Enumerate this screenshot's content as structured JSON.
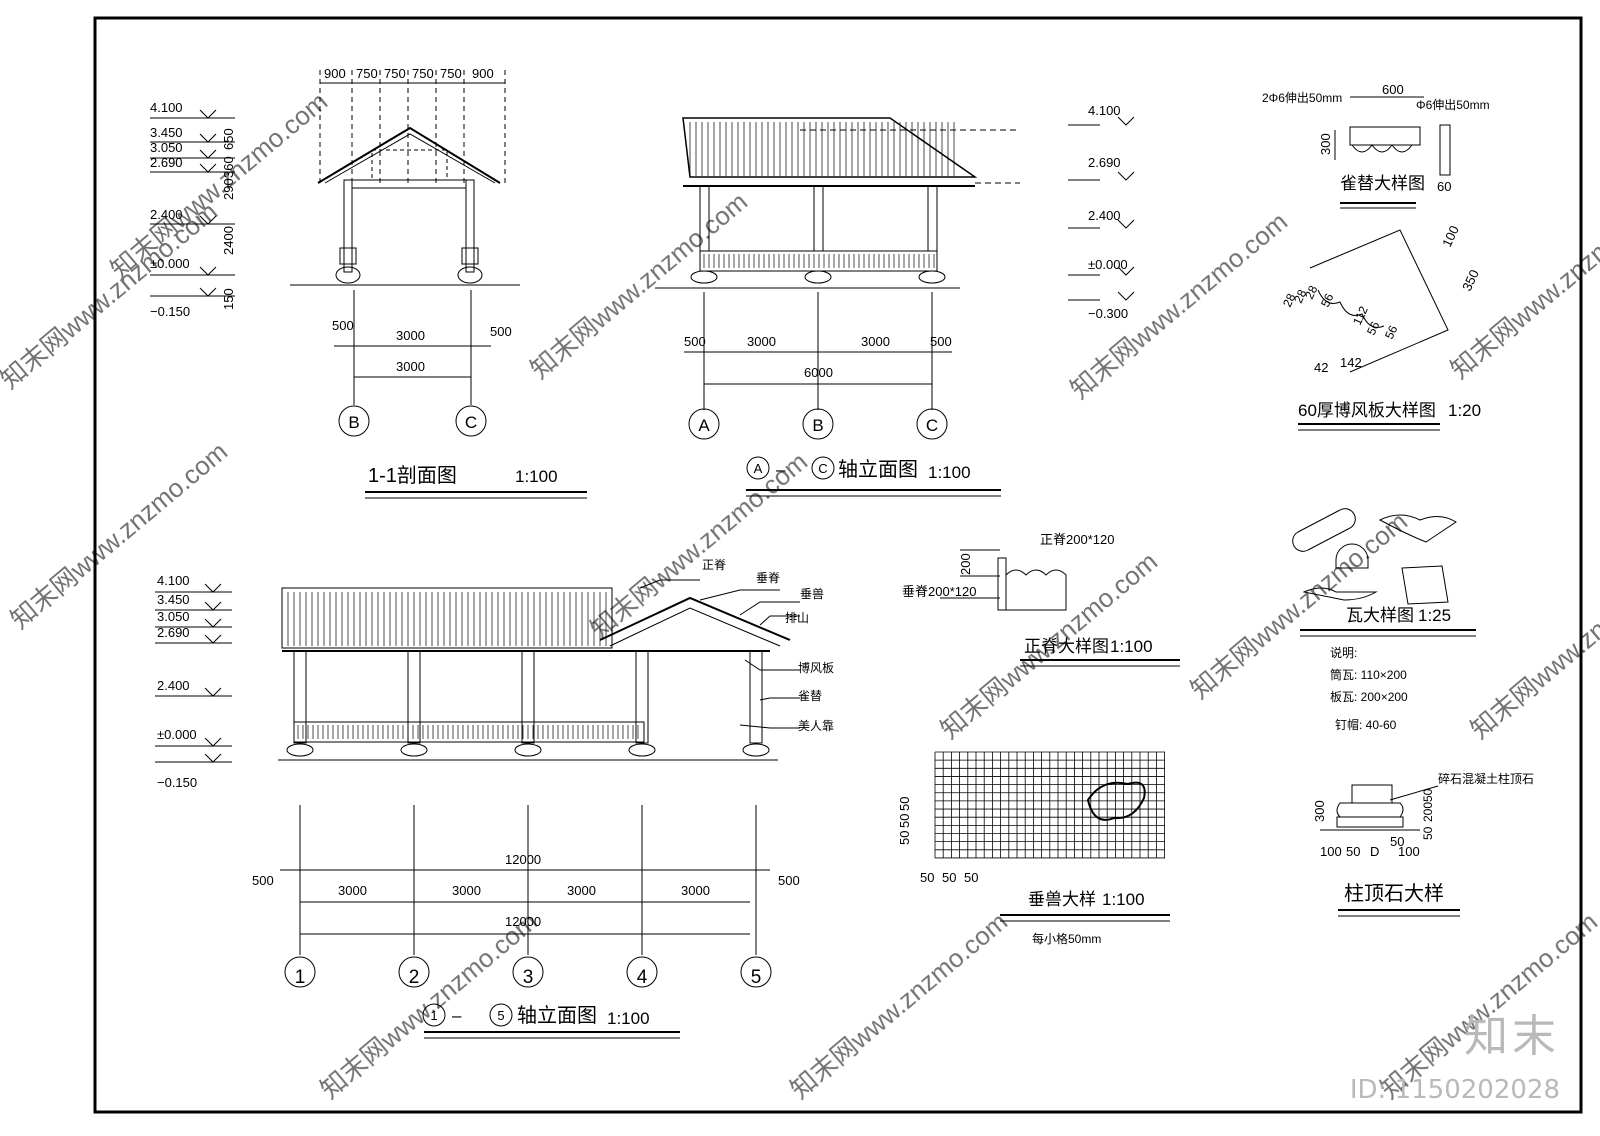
{
  "section_1_1": {
    "title": "1-1剖面图",
    "scale": "1:100",
    "levels": [
      "4.100",
      "3.450",
      "3.050",
      "2.690",
      "2.400",
      "±0.000",
      "−0.150"
    ],
    "dims_top": [
      "900",
      "750",
      "750",
      "750",
      "750",
      "900"
    ],
    "dims_side": [
      "650",
      "360",
      "290",
      "2400",
      "150"
    ],
    "dims_bottom": [
      "500",
      "3000",
      "500",
      "3000"
    ],
    "axes": [
      "B",
      "C"
    ]
  },
  "elev_ac": {
    "title": "轴立面图",
    "axis_from": "A",
    "axis_to": "C",
    "dash": "–",
    "scale": "1:100",
    "levels": [
      "4.100",
      "2.690",
      "2.400",
      "±0.000",
      "−0.300"
    ],
    "dims_bottom": [
      "500",
      "3000",
      "3000",
      "500",
      "6000"
    ],
    "axes": [
      "A",
      "B",
      "C"
    ]
  },
  "elev_15": {
    "title": "轴立面图",
    "axis_from": "1",
    "axis_to": "5",
    "dash": "–",
    "scale": "1:100",
    "levels": [
      "4.100",
      "3.450",
      "3.050",
      "2.690",
      "2.400",
      "±0.000",
      "−0.150"
    ],
    "callouts": [
      "正脊",
      "垂脊",
      "垂兽",
      "排山",
      "博风板",
      "雀替",
      "美人靠"
    ],
    "dims_bottom": [
      "12000",
      "500",
      "3000",
      "3000",
      "3000",
      "3000",
      "500",
      "12000"
    ],
    "axes": [
      "1",
      "2",
      "3",
      "4",
      "5"
    ]
  },
  "queti": {
    "title": "雀替大样图",
    "dims": [
      "600",
      "300",
      "60"
    ],
    "note_left": "2Φ6伸出50mm",
    "note_right": "Φ6伸出50mm"
  },
  "bofeng": {
    "title": "60厚博风板大样图",
    "scale": "1:20",
    "dims": [
      "100",
      "350",
      "28",
      "28",
      "28",
      "56",
      "112",
      "56",
      "56",
      "42",
      "142"
    ]
  },
  "zhengji": {
    "title": "正脊大样图",
    "scale": "1:100",
    "labels": [
      "正脊200*120",
      "垂脊200*120"
    ],
    "dims": [
      "200"
    ]
  },
  "tile": {
    "title": "瓦大样图",
    "scale": "1:25",
    "notes_heading": "说明:",
    "notes": [
      "筒瓦: 110×200",
      "板瓦: 200×200",
      "钉帽: 40-60"
    ]
  },
  "chuishou": {
    "title": "垂兽大样",
    "scale": "1:100",
    "grid_note": "每小格50mm",
    "dims": [
      "50",
      "50",
      "50",
      "50",
      "50",
      "50"
    ]
  },
  "zhudingshi": {
    "title": "柱顶石大样",
    "label": "碎石混凝土柱顶石",
    "dims": [
      "300",
      "50",
      "200",
      "50",
      "100",
      "50",
      "D",
      "50",
      "100"
    ]
  },
  "watermark": {
    "logo": "知末",
    "id": "ID: 1150202028",
    "diagonal": "知末网www.znzmo.com"
  }
}
